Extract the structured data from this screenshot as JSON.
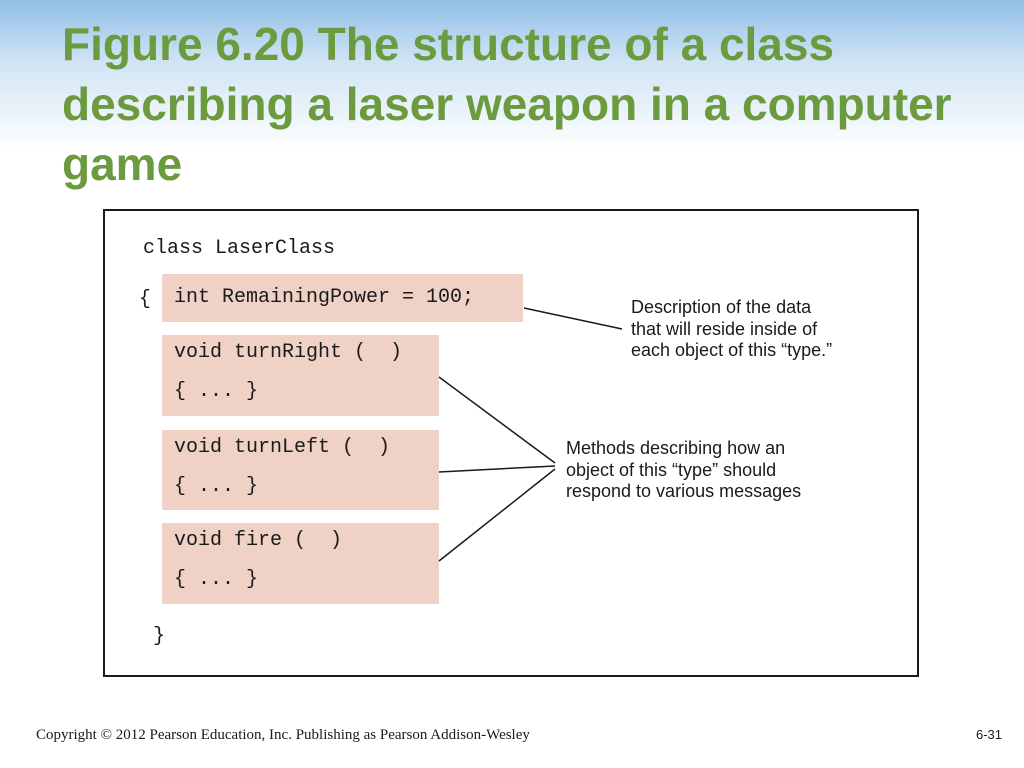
{
  "slide": {
    "title": "Figure 6.20  The structure of a class describing a laser weapon in a computer game"
  },
  "figure": {
    "class_header": "class LaserClass",
    "open_brace": "{",
    "close_brace": "}",
    "data_member": "int RemainingPower = 100;",
    "methods": [
      {
        "signature": "void turnRight (  )",
        "body": "{ ... }"
      },
      {
        "signature": "void turnLeft (  )",
        "body": "{ ... }"
      },
      {
        "signature": "void fire (  )",
        "body": "{ ... }"
      }
    ],
    "data_annotation": "Description of the data\nthat will reside inside of\neach object of this “type.”",
    "methods_annotation": "Methods describing how an\nobject of this “type” should\nrespond to various messages"
  },
  "footer": {
    "copyright": "Copyright © 2012 Pearson Education, Inc. Publishing as Pearson Addison-Wesley",
    "page_number": "6-31"
  },
  "colors": {
    "title": "#6b9b3e",
    "code_box": "#efd1c6",
    "line": "#1a1a1a"
  }
}
